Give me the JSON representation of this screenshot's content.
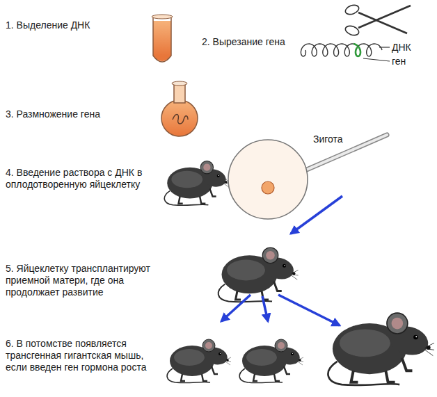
{
  "diagram": {
    "nodes": [
      {
        "text": [
          "Зигота"
        ]
      }
    ],
    "labels": [
      "1. Выделение ДНК",
      "2. Вырезание гена",
      "ДНК",
      "ген",
      "3. Размножение гена",
      "4. Введение раствора с ДНК в оплодотворенную яйцеклетку",
      "5. Яйцеклетку трансплантируют приемной матери, где она продолжает развитие",
      "6. В потомстве появляется трансгенная гигантская мышь, если введен ген гормона роста"
    ]
  }
}
